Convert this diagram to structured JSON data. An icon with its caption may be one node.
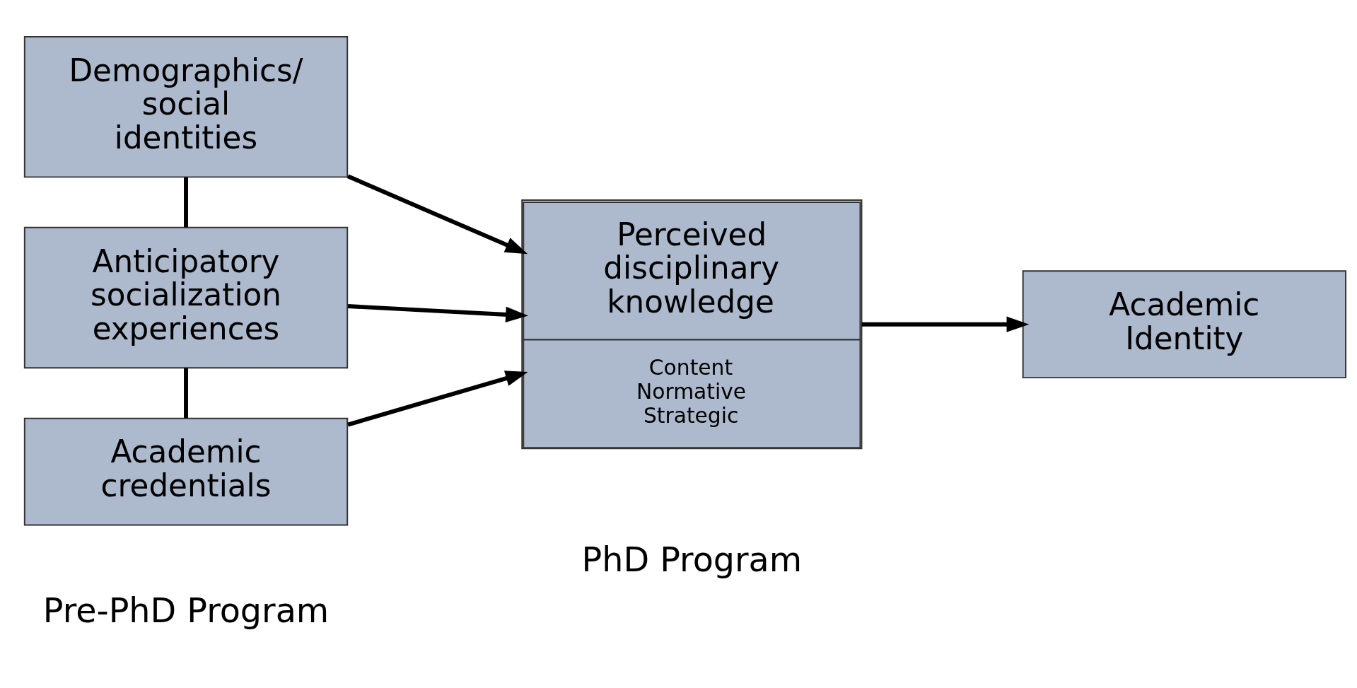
{
  "diagram": {
    "nodes": [
      {
        "text": [
          "Demographics/ social identities"
        ]
      },
      {
        "text": [
          "Anticipatory socialization experiences"
        ]
      },
      {
        "text": [
          "Academic credentials"
        ]
      },
      {
        "text": [
          "Perceived disciplinary knowledge",
          "Content Normative Strategic"
        ]
      },
      {
        "text": [
          "Academic Identity"
        ]
      }
    ],
    "edges": [
      {
        "from": 0,
        "to": 1,
        "arrow": "none"
      },
      {
        "from": 1,
        "to": 2,
        "arrow": "none"
      },
      {
        "from": 0,
        "to": 3,
        "arrow": "to"
      },
      {
        "from": 1,
        "to": 3,
        "arrow": "to"
      },
      {
        "from": 2,
        "to": 3,
        "arrow": "to"
      },
      {
        "from": 3,
        "to": 4,
        "arrow": "to"
      }
    ],
    "labels": [
      "Pre-PhD Program",
      "PhD Program"
    ]
  }
}
